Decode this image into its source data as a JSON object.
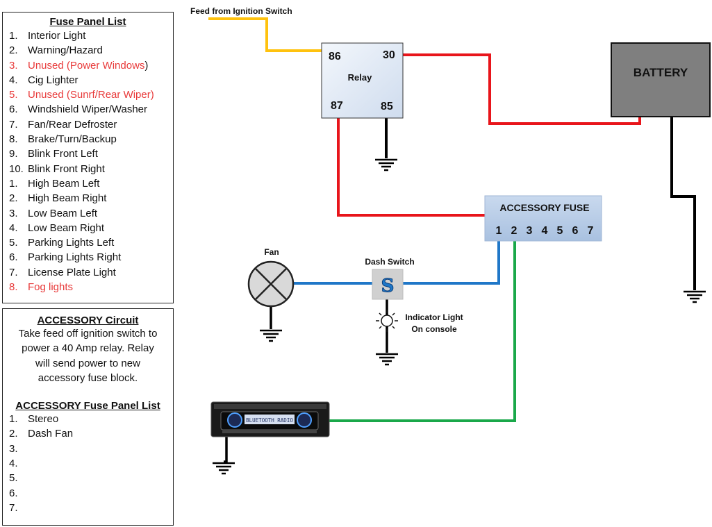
{
  "fuse_panel": {
    "title": "Fuse Panel List",
    "items": [
      {
        "num": "1.",
        "label": "Interior Light",
        "unused": false
      },
      {
        "num": "2.",
        "label": "Warning/Hazard",
        "unused": false
      },
      {
        "num": "3.",
        "label": "Unused (Power Windows",
        "suffix": ")",
        "unused": true
      },
      {
        "num": "4.",
        "label": "Cig Lighter",
        "unused": false
      },
      {
        "num": "5.",
        "label": "Unused (Sunrf/Rear Wiper)",
        "unused": true
      },
      {
        "num": "6.",
        "label": "Windshield Wiper/Washer",
        "unused": false
      },
      {
        "num": "7.",
        "label": "Fan/Rear Defroster",
        "unused": false
      },
      {
        "num": "8.",
        "label": "Brake/Turn/Backup",
        "unused": false
      },
      {
        "num": "9.",
        "label": "Blink Front Left",
        "unused": false
      },
      {
        "num": "10.",
        "label": "Blink Front Right",
        "unused": false
      },
      {
        "num": "1.",
        "label": "High Beam Left",
        "unused": false
      },
      {
        "num": "2.",
        "label": "High Beam Right",
        "unused": false
      },
      {
        "num": "3.",
        "label": "Low Beam Left",
        "unused": false
      },
      {
        "num": "4.",
        "label": "Low Beam Right",
        "unused": false
      },
      {
        "num": "5.",
        "label": "Parking Lights Left",
        "unused": false
      },
      {
        "num": "6.",
        "label": "Parking Lights Right",
        "unused": false
      },
      {
        "num": "7.",
        "label": "License Plate Light",
        "unused": false
      },
      {
        "num": "8.",
        "label": "Fog lights",
        "unused": true
      }
    ]
  },
  "accessory_circuit": {
    "title": "ACCESSORY Circuit",
    "description": [
      "Take feed off ignition switch to",
      "power a 40 Amp relay.  Relay",
      "will send power to new",
      "accessory fuse block."
    ],
    "fuse_list_title": "ACCESSORY Fuse Panel List",
    "fuse_list": [
      {
        "num": "1.",
        "label": "Stereo"
      },
      {
        "num": "2.",
        "label": "Dash Fan"
      },
      {
        "num": "3.",
        "label": ""
      },
      {
        "num": "4.",
        "label": ""
      },
      {
        "num": "5.",
        "label": ""
      },
      {
        "num": "6.",
        "label": ""
      },
      {
        "num": "7.",
        "label": ""
      }
    ]
  },
  "diagram": {
    "feed_label": "Feed from Ignition Switch",
    "relay": {
      "label": "Relay",
      "pins": {
        "p86": "86",
        "p30": "30",
        "p87": "87",
        "p85": "85"
      }
    },
    "battery_label": "BATTERY",
    "accessory_fuse": {
      "label": "ACCESSORY FUSE",
      "slots": [
        "1",
        "2",
        "3",
        "4",
        "5",
        "6",
        "7"
      ]
    },
    "fan_label": "Fan",
    "dash_switch_label": "Dash Switch",
    "switch_glyph": "S",
    "indicator_label": [
      "Indicator Light",
      "On console"
    ],
    "stereo_display": "BLUETOOTH RADIO"
  },
  "colors": {
    "ignition_wire": "#ffc20e",
    "power_wire": "#e8151b",
    "switched_wire": "#1f77c8",
    "accessory_wire": "#1aa84a",
    "ground_wire": "#000000",
    "relay_fill": "#d8e4f2",
    "fuse_block_fill": "#b8cde6",
    "battery_fill": "#7f7f7f",
    "unused_text": "#e83a3a"
  }
}
